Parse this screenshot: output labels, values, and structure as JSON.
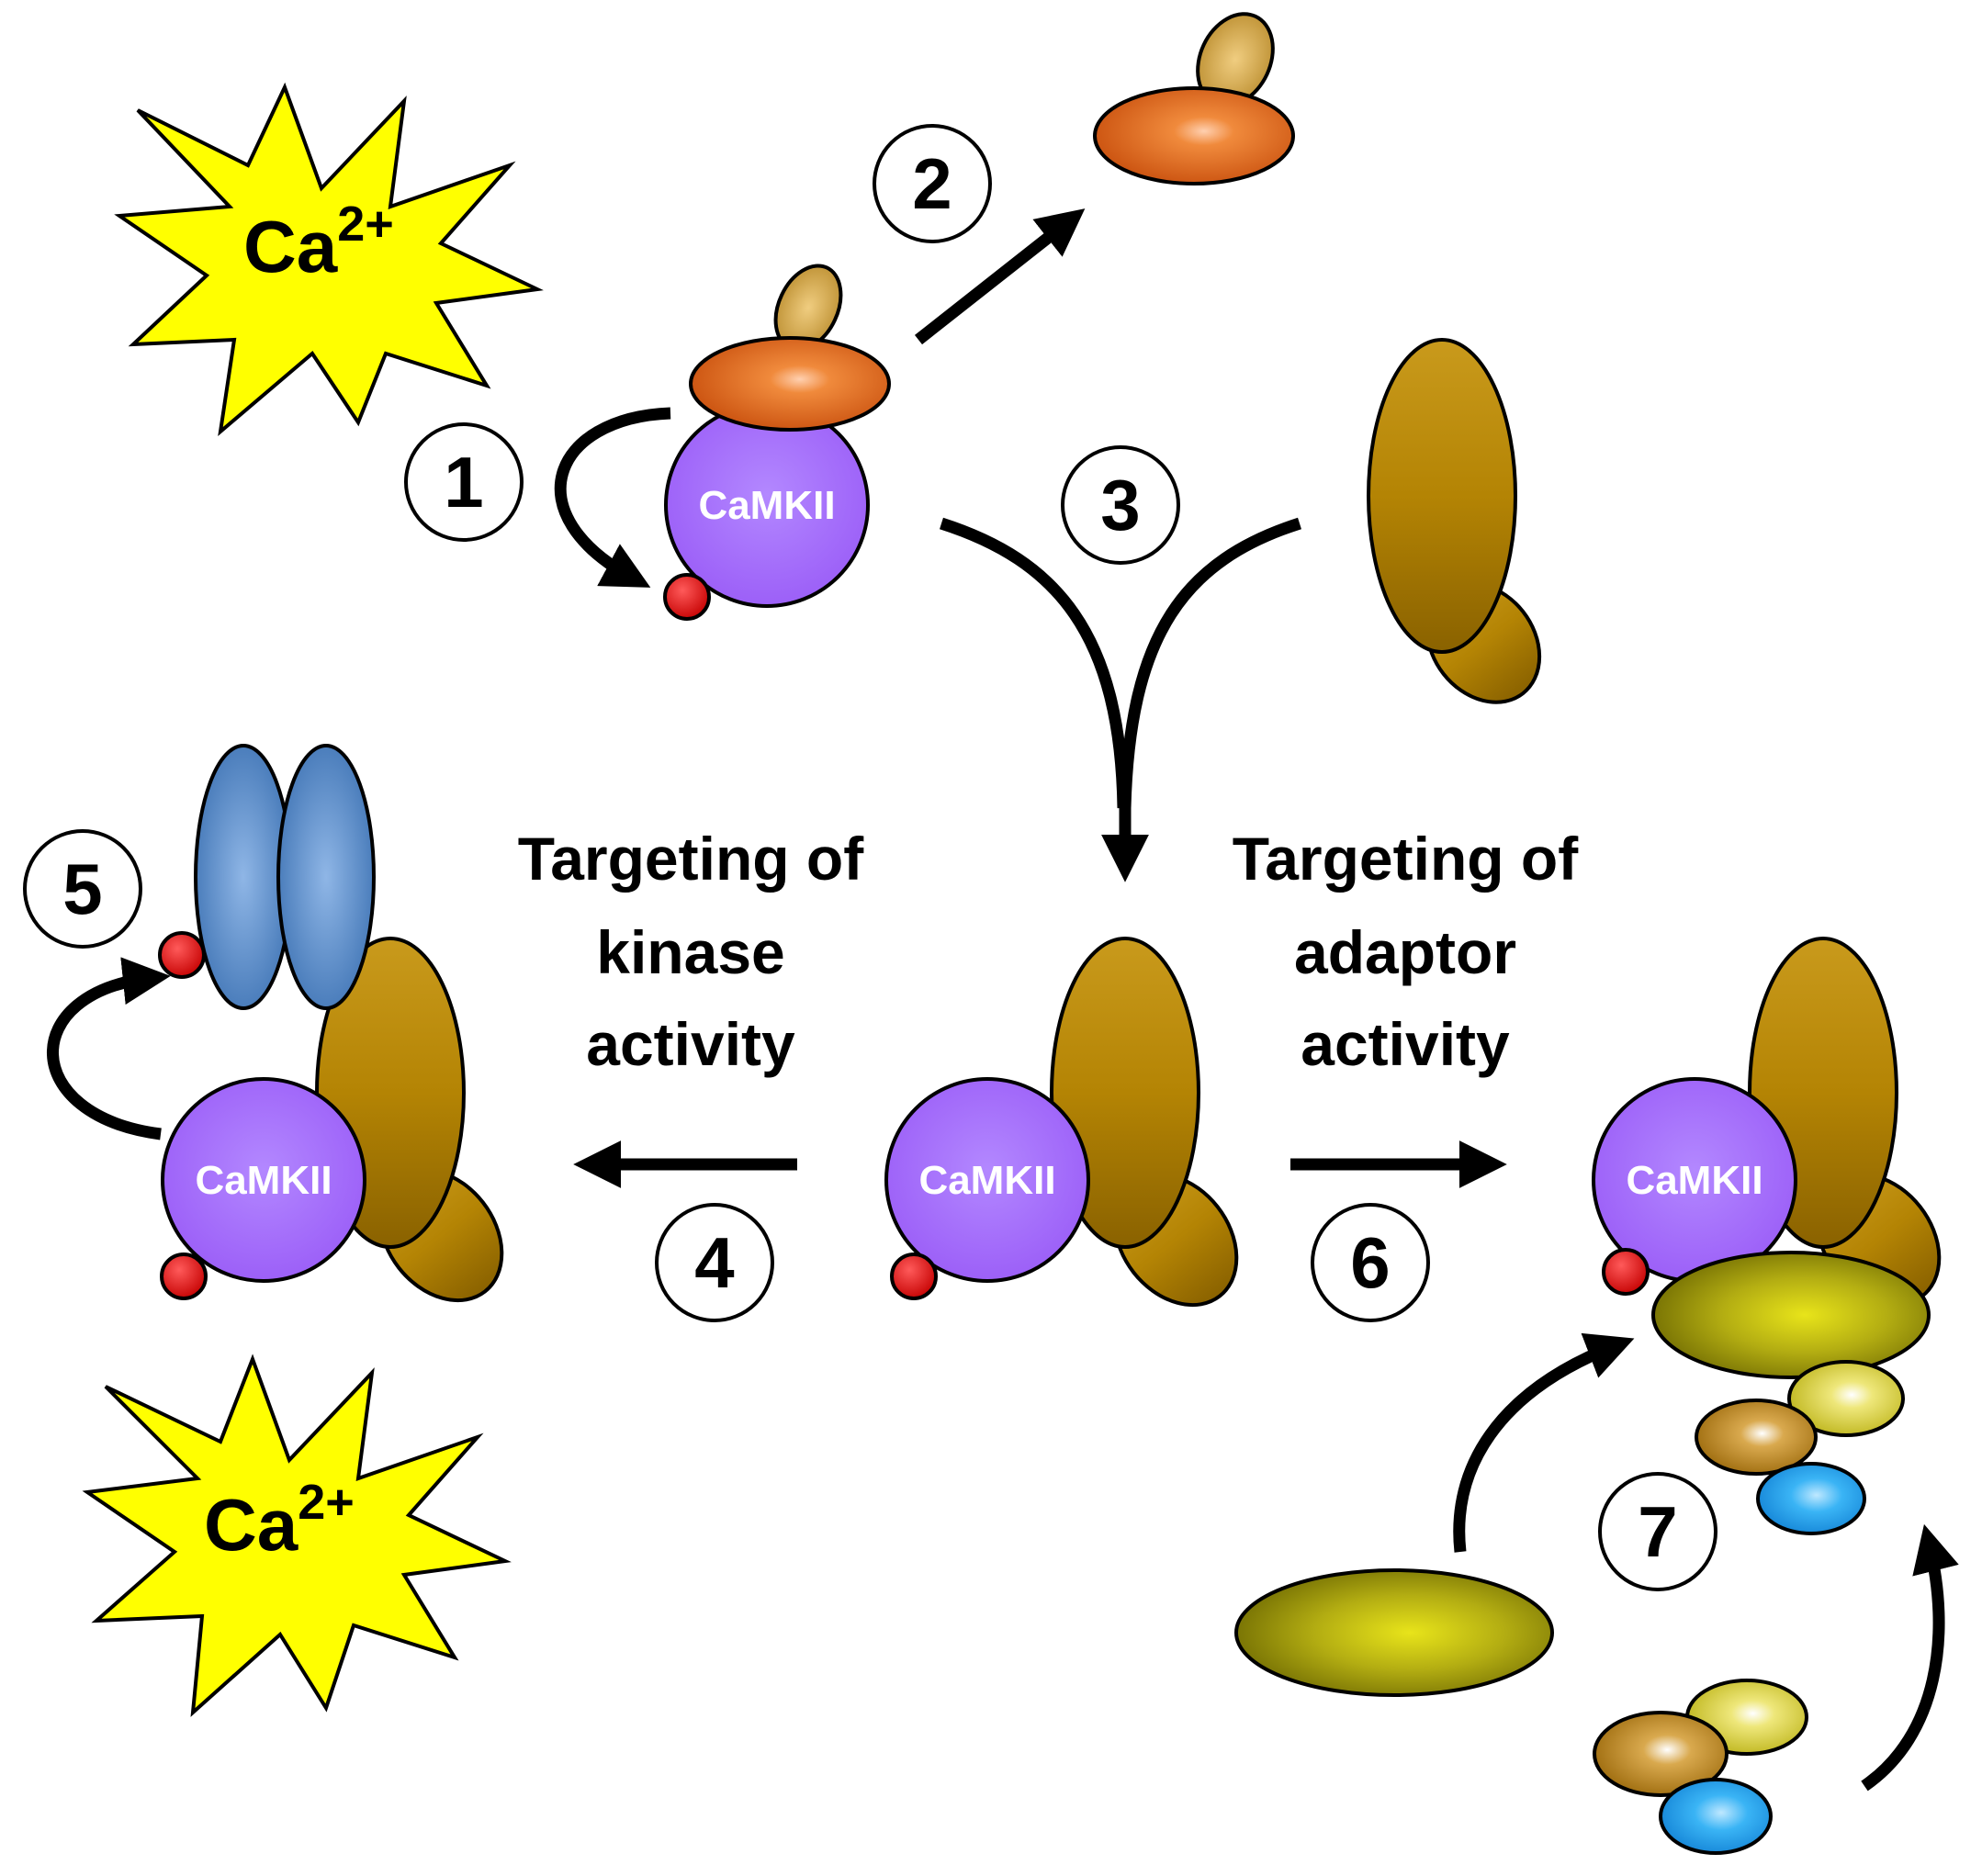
{
  "ion": {
    "symbol": "Ca",
    "charge": "2+"
  },
  "kinase_label": "CaMKII",
  "steps": [
    "1",
    "2",
    "3",
    "4",
    "5",
    "6",
    "7"
  ],
  "captions": {
    "left": [
      "Targeting of",
      "kinase",
      "activity"
    ],
    "right": [
      "Targeting of",
      "adaptor",
      "activity"
    ]
  },
  "colors": {
    "camkii": "#a066ff",
    "phospho": "#e01010",
    "calmodulin_body": "#e2661a",
    "calmodulin_cap": "#d7a84a",
    "scaffold": "#b88606",
    "blue_dimer": "#5f93cf",
    "adaptor_olive": "#bcb810",
    "small_yellow": "#e3da46",
    "small_brown": "#c08a1e",
    "small_cyan": "#26a9f0",
    "ca_burst": "#ffff00"
  }
}
